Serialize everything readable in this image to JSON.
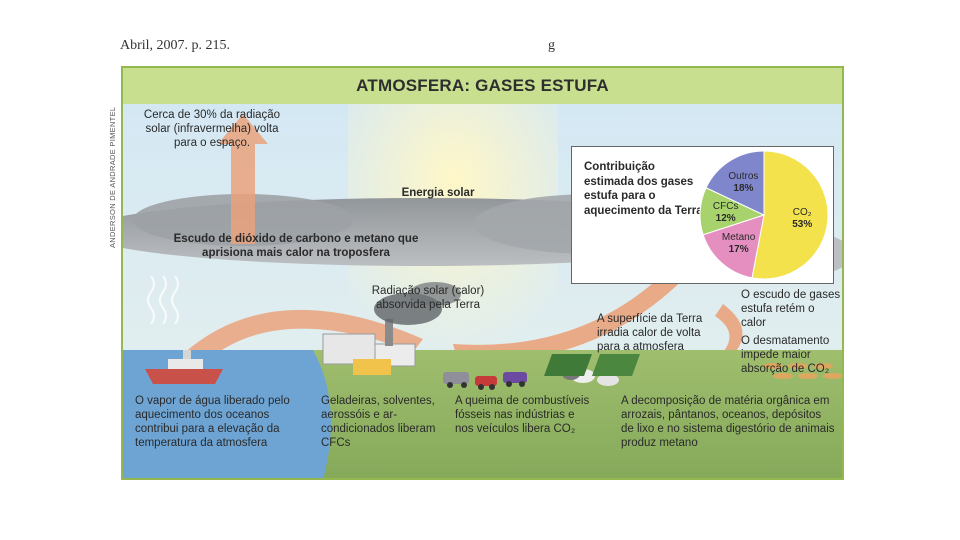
{
  "header": {
    "source_line": "Abril, 2007. p. 215.",
    "stray_mark": "g",
    "credit": "ANDERSON DE ANDRADE PIMENTEL"
  },
  "panel": {
    "title": "ATMOSFERA: GASES ESTUFA"
  },
  "labels": {
    "reflected": "Cerca de 30% da radiação solar (infravermelha) volta para o espaço.",
    "solar_energy": "Energia solar",
    "shield": "Escudo de dióxido de carbono e metano que aprisiona mais calor na troposfera",
    "absorbed": "Radiação solar (calor) absorvida pela Terra",
    "surface_radiates": "A superfície da Terra irradia calor de volta para a atmosfera",
    "shield_retains": "O escudo de gases estufa retém o calor",
    "deforestation": "O desmatamento impede maior absorção de CO₂",
    "water_vapor": "O vapor de água liberado pelo aquecimento dos oceanos contribui para a elevação da temperatura da atmosfera",
    "cfcs_sources": "Geladeiras, solventes, aerossóis e ar-condicionados liberam CFCs",
    "fossil_fuels": "A queima de combustíveis fósseis nas indústrias e nos veículos libera CO₂",
    "organic_decomposition": "A decomposição de matéria orgânica em arrozais, pântanos, oceanos, depósitos de lixo e no sistema digestório de animais produz metano"
  },
  "inset": {
    "title": "Contribuição estimada dos gases estufa para o aquecimento da Terra"
  },
  "chart_data": {
    "type": "pie",
    "title": "Contribuição estimada dos gases estufa para o aquecimento da Terra",
    "slices": [
      {
        "label": "CO₂",
        "value": 53,
        "display": "53%",
        "color": "#f3e24c"
      },
      {
        "label": "Metano",
        "value": 17,
        "display": "17%",
        "color": "#e58ec0"
      },
      {
        "label": "CFCs",
        "value": 12,
        "display": "12%",
        "color": "#a8d36c"
      },
      {
        "label": "Outros",
        "value": 18,
        "display": "18%",
        "color": "#7f86cc"
      }
    ]
  },
  "colors": {
    "frame_border": "#93b84f",
    "title_bar": "#c7df8e",
    "arrow": "#e9a883",
    "sky": "#d3e6f2",
    "ground": "#93b365",
    "water": "#6fa4d4"
  }
}
